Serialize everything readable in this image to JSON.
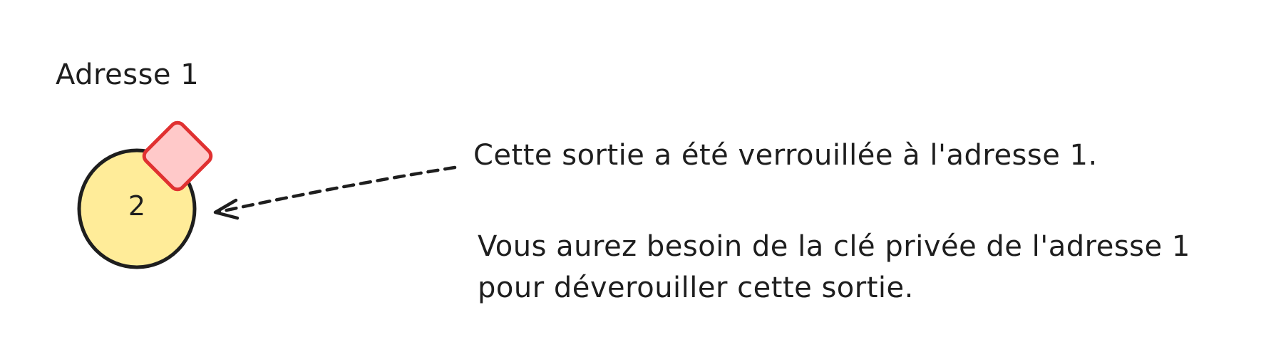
{
  "diagram": {
    "address_label": "Adresse 1",
    "coin": {
      "value": "2",
      "fill_color": "#ffec99",
      "stroke_color": "#1e1e1e"
    },
    "lock": {
      "fill_color": "#ffc9c9",
      "stroke_color": "#e03131"
    },
    "arrow": {
      "style": "dashed",
      "stroke_color": "#1e1e1e"
    },
    "note_locked": "Cette sortie a été verrouillée à l'adresse 1.",
    "note_unlock_line1": "Vous aurez besoin de la clé privée de l'adresse 1",
    "note_unlock_line2": "pour déverouiller cette sortie."
  }
}
